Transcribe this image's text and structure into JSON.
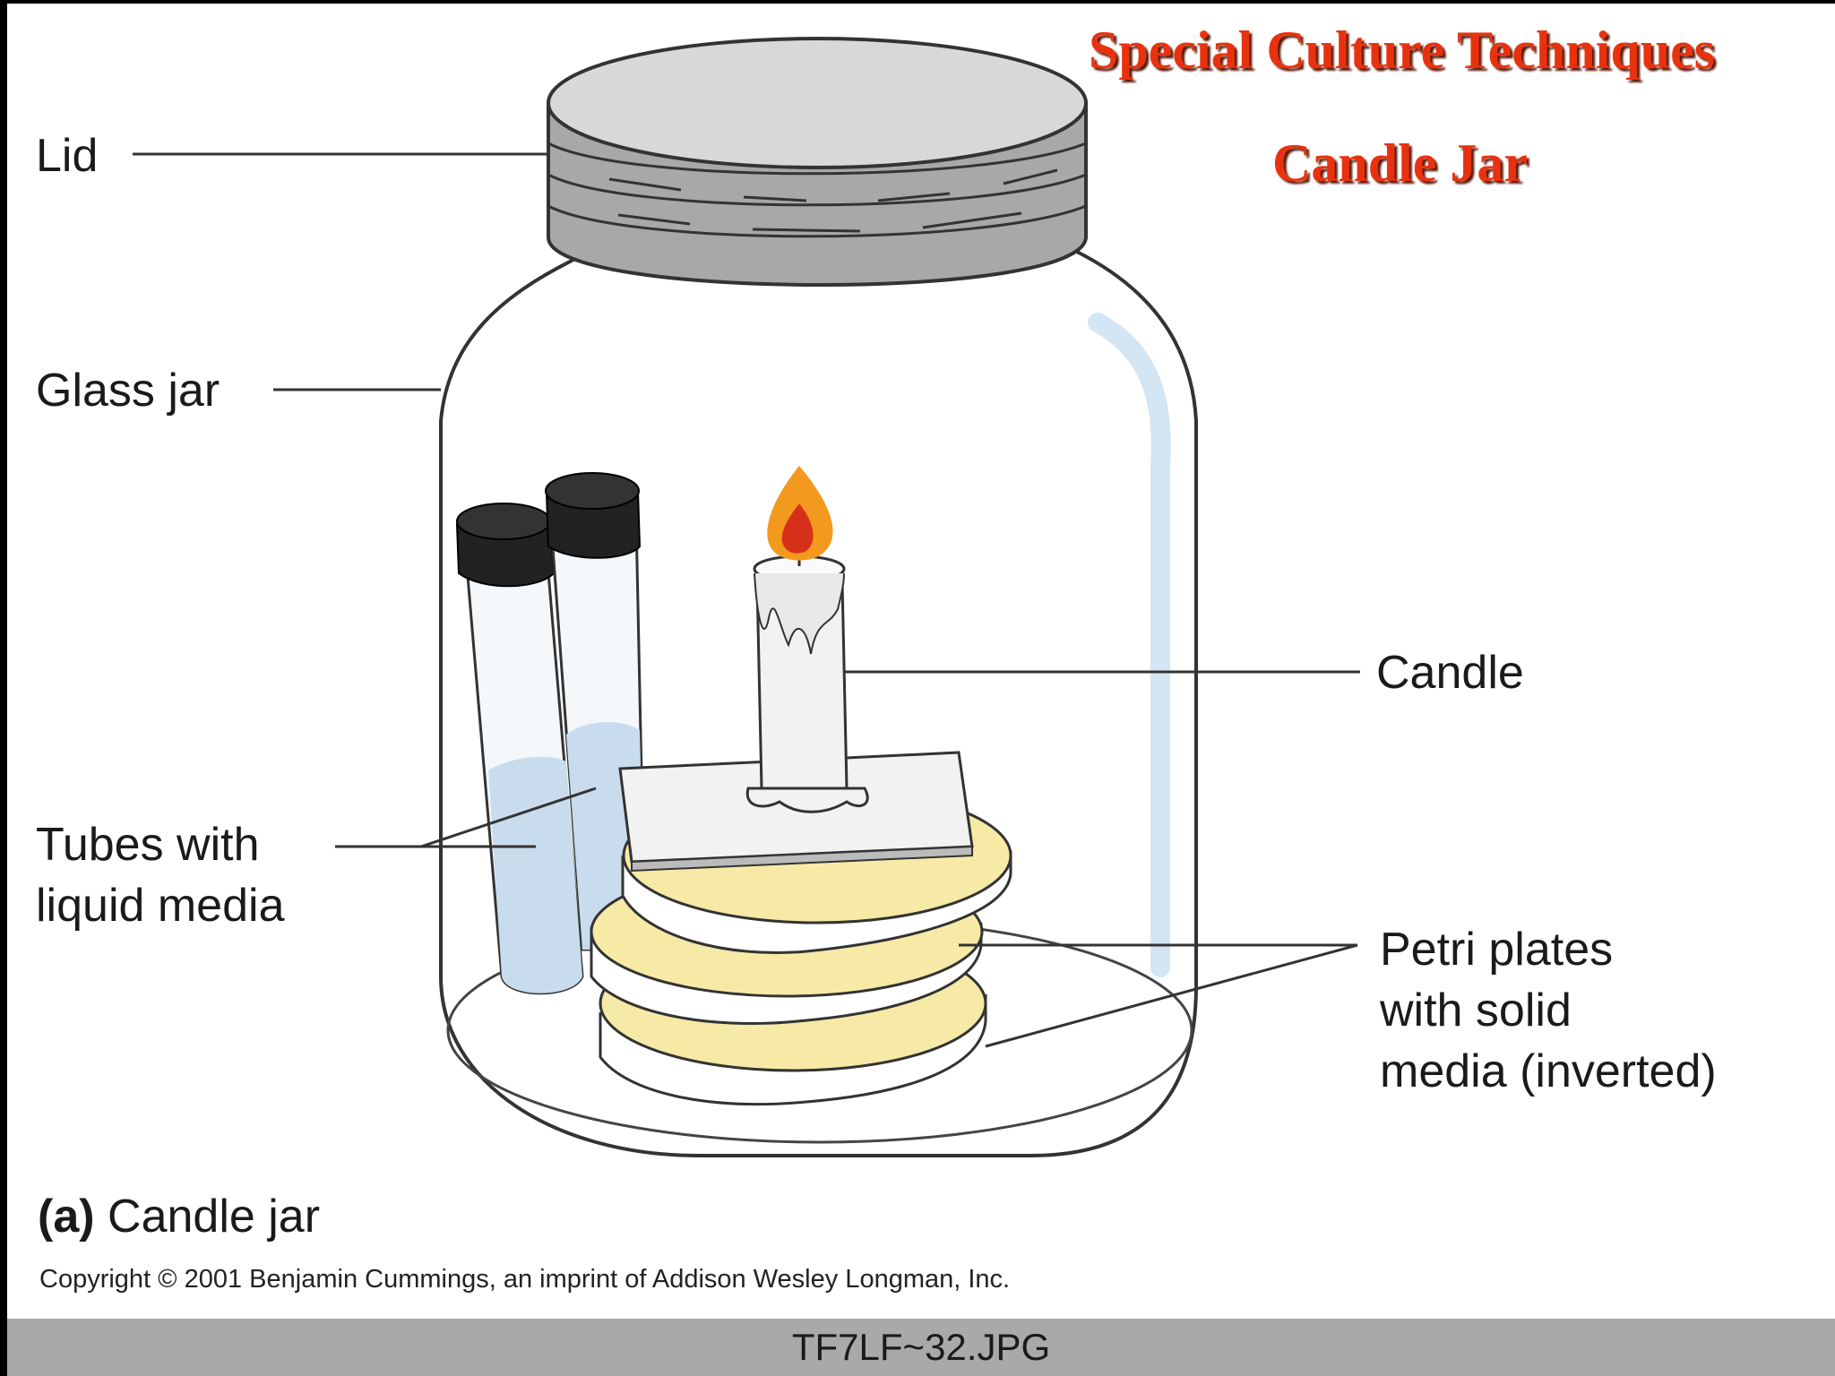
{
  "header": {
    "title": "Special Culture Techniques",
    "subtitle": "Candle Jar"
  },
  "diagram": {
    "labels": {
      "lid": "Lid",
      "glass_jar": "Glass jar",
      "candle": "Candle",
      "tubes_line1": "Tubes with",
      "tubes_line2": "liquid media",
      "petri_line1": "Petri plates",
      "petri_line2": "with solid",
      "petri_line3": "media (inverted)"
    },
    "caption_prefix": "(a)",
    "caption_text": "Candle jar",
    "copyright": "Copyright © 2001 Benjamin Cummings, an imprint of Addison Wesley Longman, Inc."
  },
  "footer": {
    "filename": "TF7LF~32.JPG"
  },
  "colors": {
    "title_red": "#e8320f",
    "lid_gray": "#b8b8b8",
    "agar_yellow": "#f7eaa6",
    "liquid_blue": "#c9dcee",
    "flame_orange": "#f39a1e",
    "tube_cap_black": "#222222"
  }
}
